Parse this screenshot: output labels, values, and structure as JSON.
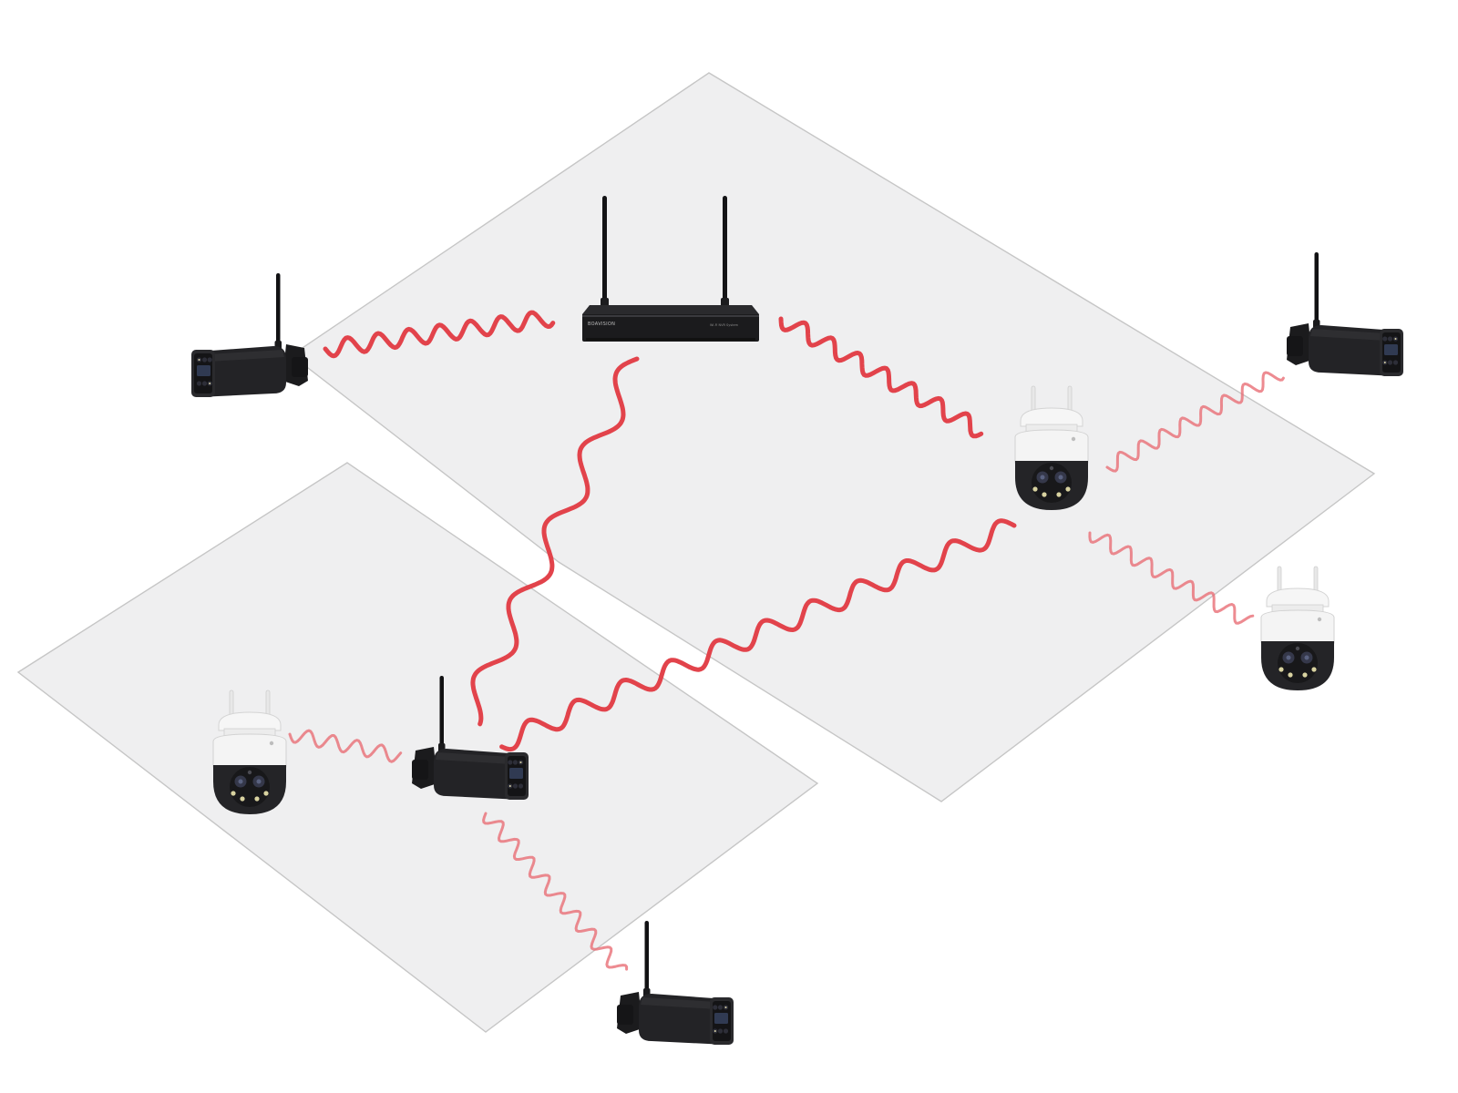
{
  "diagram": {
    "colors": {
      "background": "#ffffff",
      "plane_fill": "#efeff0",
      "plane_stroke": "#c6c6c6",
      "signal_strong": "#e2434b",
      "signal_soft": "#e86a72",
      "device_black": "#1c1c1e",
      "device_white": "#f4f4f4"
    },
    "nvr": {
      "icon": "wifi-nvr-recorder-icon",
      "brand_text": "BOAVISION",
      "panel_text": "Wi-Fi NVR System"
    },
    "cameras": [
      {
        "id": "bullet-cam-west",
        "icon": "bullet-camera-icon",
        "color": "black"
      },
      {
        "id": "bullet-cam-east",
        "icon": "bullet-camera-icon",
        "color": "black"
      },
      {
        "id": "ptz-cam-center",
        "icon": "ptz-dome-camera-icon",
        "color": "white"
      },
      {
        "id": "ptz-cam-east-lower",
        "icon": "ptz-dome-camera-icon",
        "color": "white"
      },
      {
        "id": "bullet-cam-repeater",
        "icon": "bullet-camera-icon",
        "color": "black"
      },
      {
        "id": "ptz-cam-southwest",
        "icon": "ptz-dome-camera-icon",
        "color": "white"
      },
      {
        "id": "bullet-cam-south",
        "icon": "bullet-camera-icon",
        "color": "black"
      }
    ],
    "links": [
      {
        "from": "nvr",
        "to": "bullet-cam-west",
        "strength": "strong"
      },
      {
        "from": "nvr",
        "to": "ptz-cam-center",
        "strength": "strong"
      },
      {
        "from": "nvr",
        "to": "bullet-cam-repeater",
        "strength": "strong"
      },
      {
        "from": "ptz-cam-center",
        "to": "bullet-cam-repeater",
        "strength": "strong"
      },
      {
        "from": "ptz-cam-center",
        "to": "bullet-cam-east",
        "strength": "soft"
      },
      {
        "from": "ptz-cam-center",
        "to": "ptz-cam-east-lower",
        "strength": "soft"
      },
      {
        "from": "bullet-cam-repeater",
        "to": "ptz-cam-southwest",
        "strength": "soft"
      },
      {
        "from": "bullet-cam-repeater",
        "to": "bullet-cam-south",
        "strength": "soft"
      }
    ]
  }
}
